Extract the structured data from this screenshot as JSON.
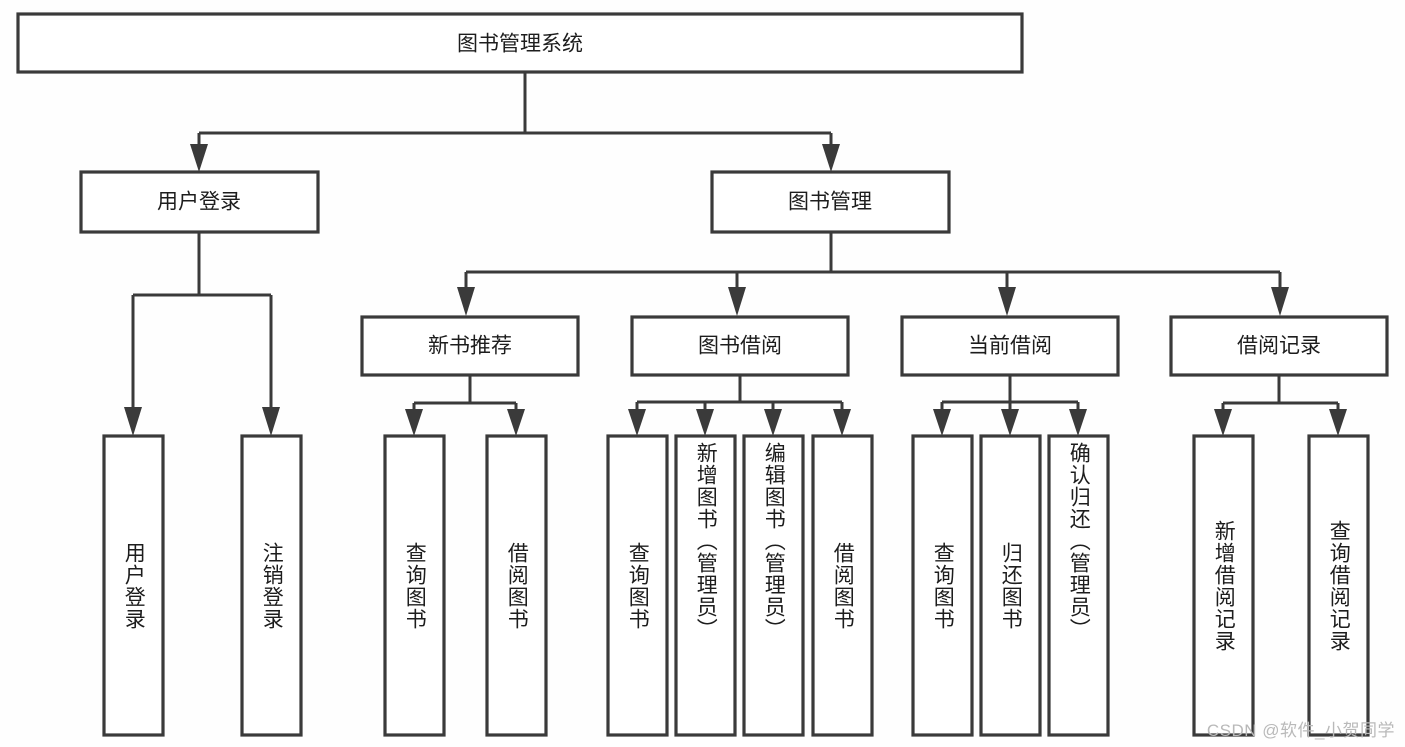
{
  "diagram": {
    "title": "图书管理系统",
    "type": "tree",
    "orientation": "top-down",
    "colors": {
      "background": "#fefefe",
      "box_fill": "#ffffff",
      "line": "#3a3a3a",
      "text": "#1d1d1d",
      "watermark": "#b9b9b9"
    },
    "root": {
      "label": "图书管理系统"
    },
    "level2": [
      {
        "label": "用户登录"
      },
      {
        "label": "图书管理"
      }
    ],
    "level3": [
      {
        "label": "新书推荐"
      },
      {
        "label": "图书借阅"
      },
      {
        "label": "当前借阅"
      },
      {
        "label": "借阅记录"
      }
    ],
    "leaves": {
      "user_login": [
        {
          "label": "用户登录"
        },
        {
          "label": "注销登录"
        }
      ],
      "new_book_recommend": [
        {
          "label": "查询图书"
        },
        {
          "label": "借阅图书"
        }
      ],
      "book_borrow": [
        {
          "label": "查询图书"
        },
        {
          "label": "新增图书（管理员）"
        },
        {
          "label": "编辑图书（管理员）"
        },
        {
          "label": "借阅图书"
        }
      ],
      "current_borrow": [
        {
          "label": "查询图书"
        },
        {
          "label": "归还图书"
        },
        {
          "label": "确认归还（管理员）"
        }
      ],
      "borrow_record": [
        {
          "label": "新增借阅记录"
        },
        {
          "label": "查询借阅记录"
        }
      ]
    }
  },
  "watermark": {
    "text": "CSDN @软件_小贺同学"
  }
}
